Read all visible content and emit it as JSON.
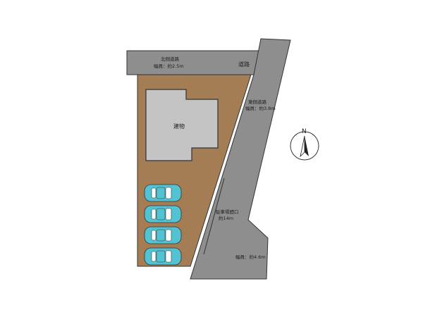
{
  "labels": {
    "north_road_name": "北側道路",
    "north_road_width": "幅員：約2.5m",
    "road": "道路",
    "east_road_name": "東側道路",
    "east_road_width": "幅員：約3.8m",
    "building": "建物",
    "parking_frontage": "駐車場間口",
    "parking_frontage_len": "約14m",
    "south_road_width": "幅員：約4.6m",
    "compass_n": "N"
  },
  "colors": {
    "road": "#8e8e8e",
    "lot": "#a57d55",
    "building": "#c4c4c4",
    "car": "#52c3d2",
    "outline": "#333333"
  },
  "cars": [
    {
      "color": "#52c3d2"
    },
    {
      "color": "#52c3d2"
    },
    {
      "color": "#52c3d2"
    },
    {
      "color": "#52c3d2"
    }
  ]
}
